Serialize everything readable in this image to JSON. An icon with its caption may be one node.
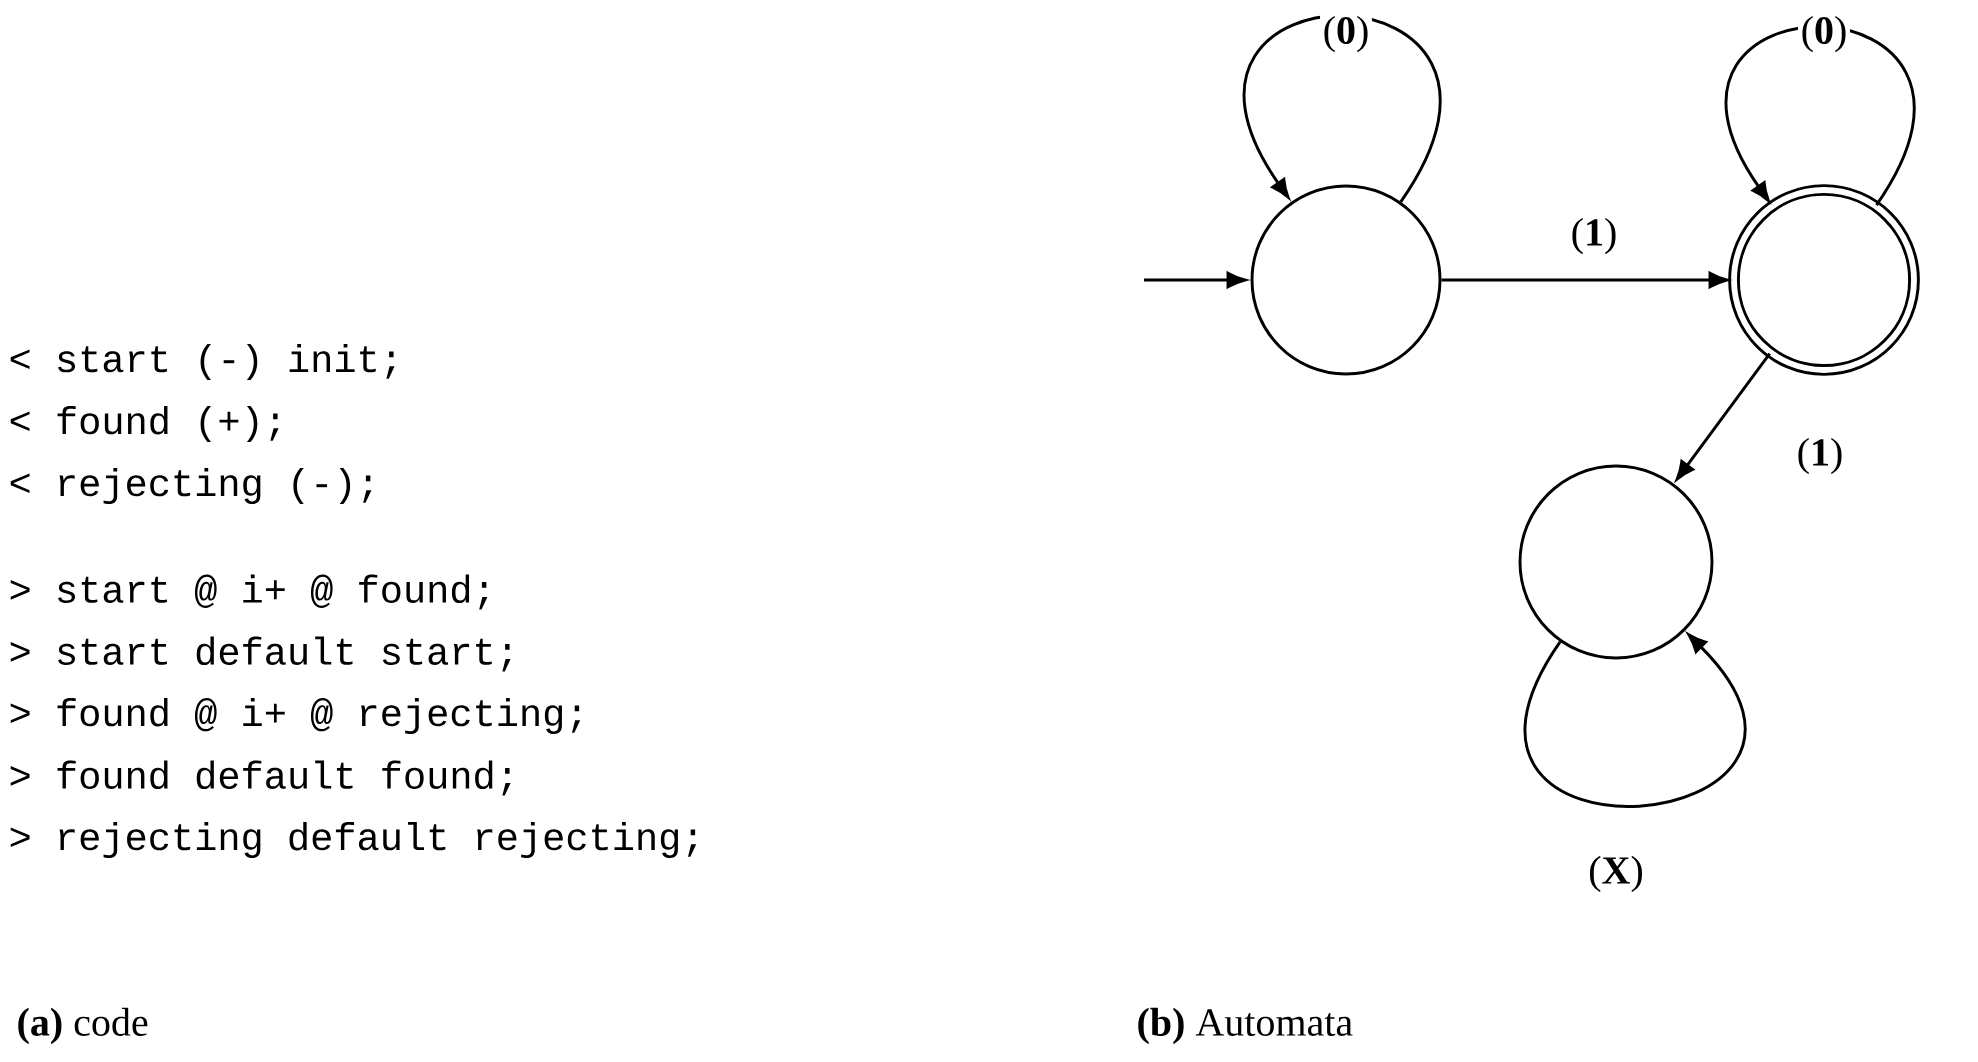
{
  "diagram": {
    "nodes": [
      {
        "text": [],
        "shape": "circle"
      },
      {
        "text": [],
        "shape": "circle"
      },
      {
        "text": [],
        "shape": "circle"
      }
    ],
    "edges": [
      {
        "from": null,
        "to": 0,
        "arrow": "to"
      },
      {
        "from": 0,
        "to": 0,
        "arrow": "to",
        "label": "(**0**)"
      },
      {
        "from": 0,
        "to": 1,
        "arrow": "to",
        "label": "(**1**)"
      },
      {
        "from": 1,
        "to": 1,
        "arrow": "to",
        "label": "(**0**)"
      },
      {
        "from": 1,
        "to": 2,
        "arrow": "to",
        "label": "(**1**)"
      },
      {
        "from": 2,
        "to": 2,
        "arrow": "to",
        "label": "(**X**)"
      }
    ],
    "labels": [
      "< start (-) init;",
      "< found (+);",
      "< rejecting (-);",
      "> start @ i+ @ found;",
      "> start default start;",
      "> found @ i+ @ rejecting;",
      "> found default found;",
      "> rejecting default rejecting;",
      "**(a)** code",
      "**(b)** Automata"
    ]
  }
}
